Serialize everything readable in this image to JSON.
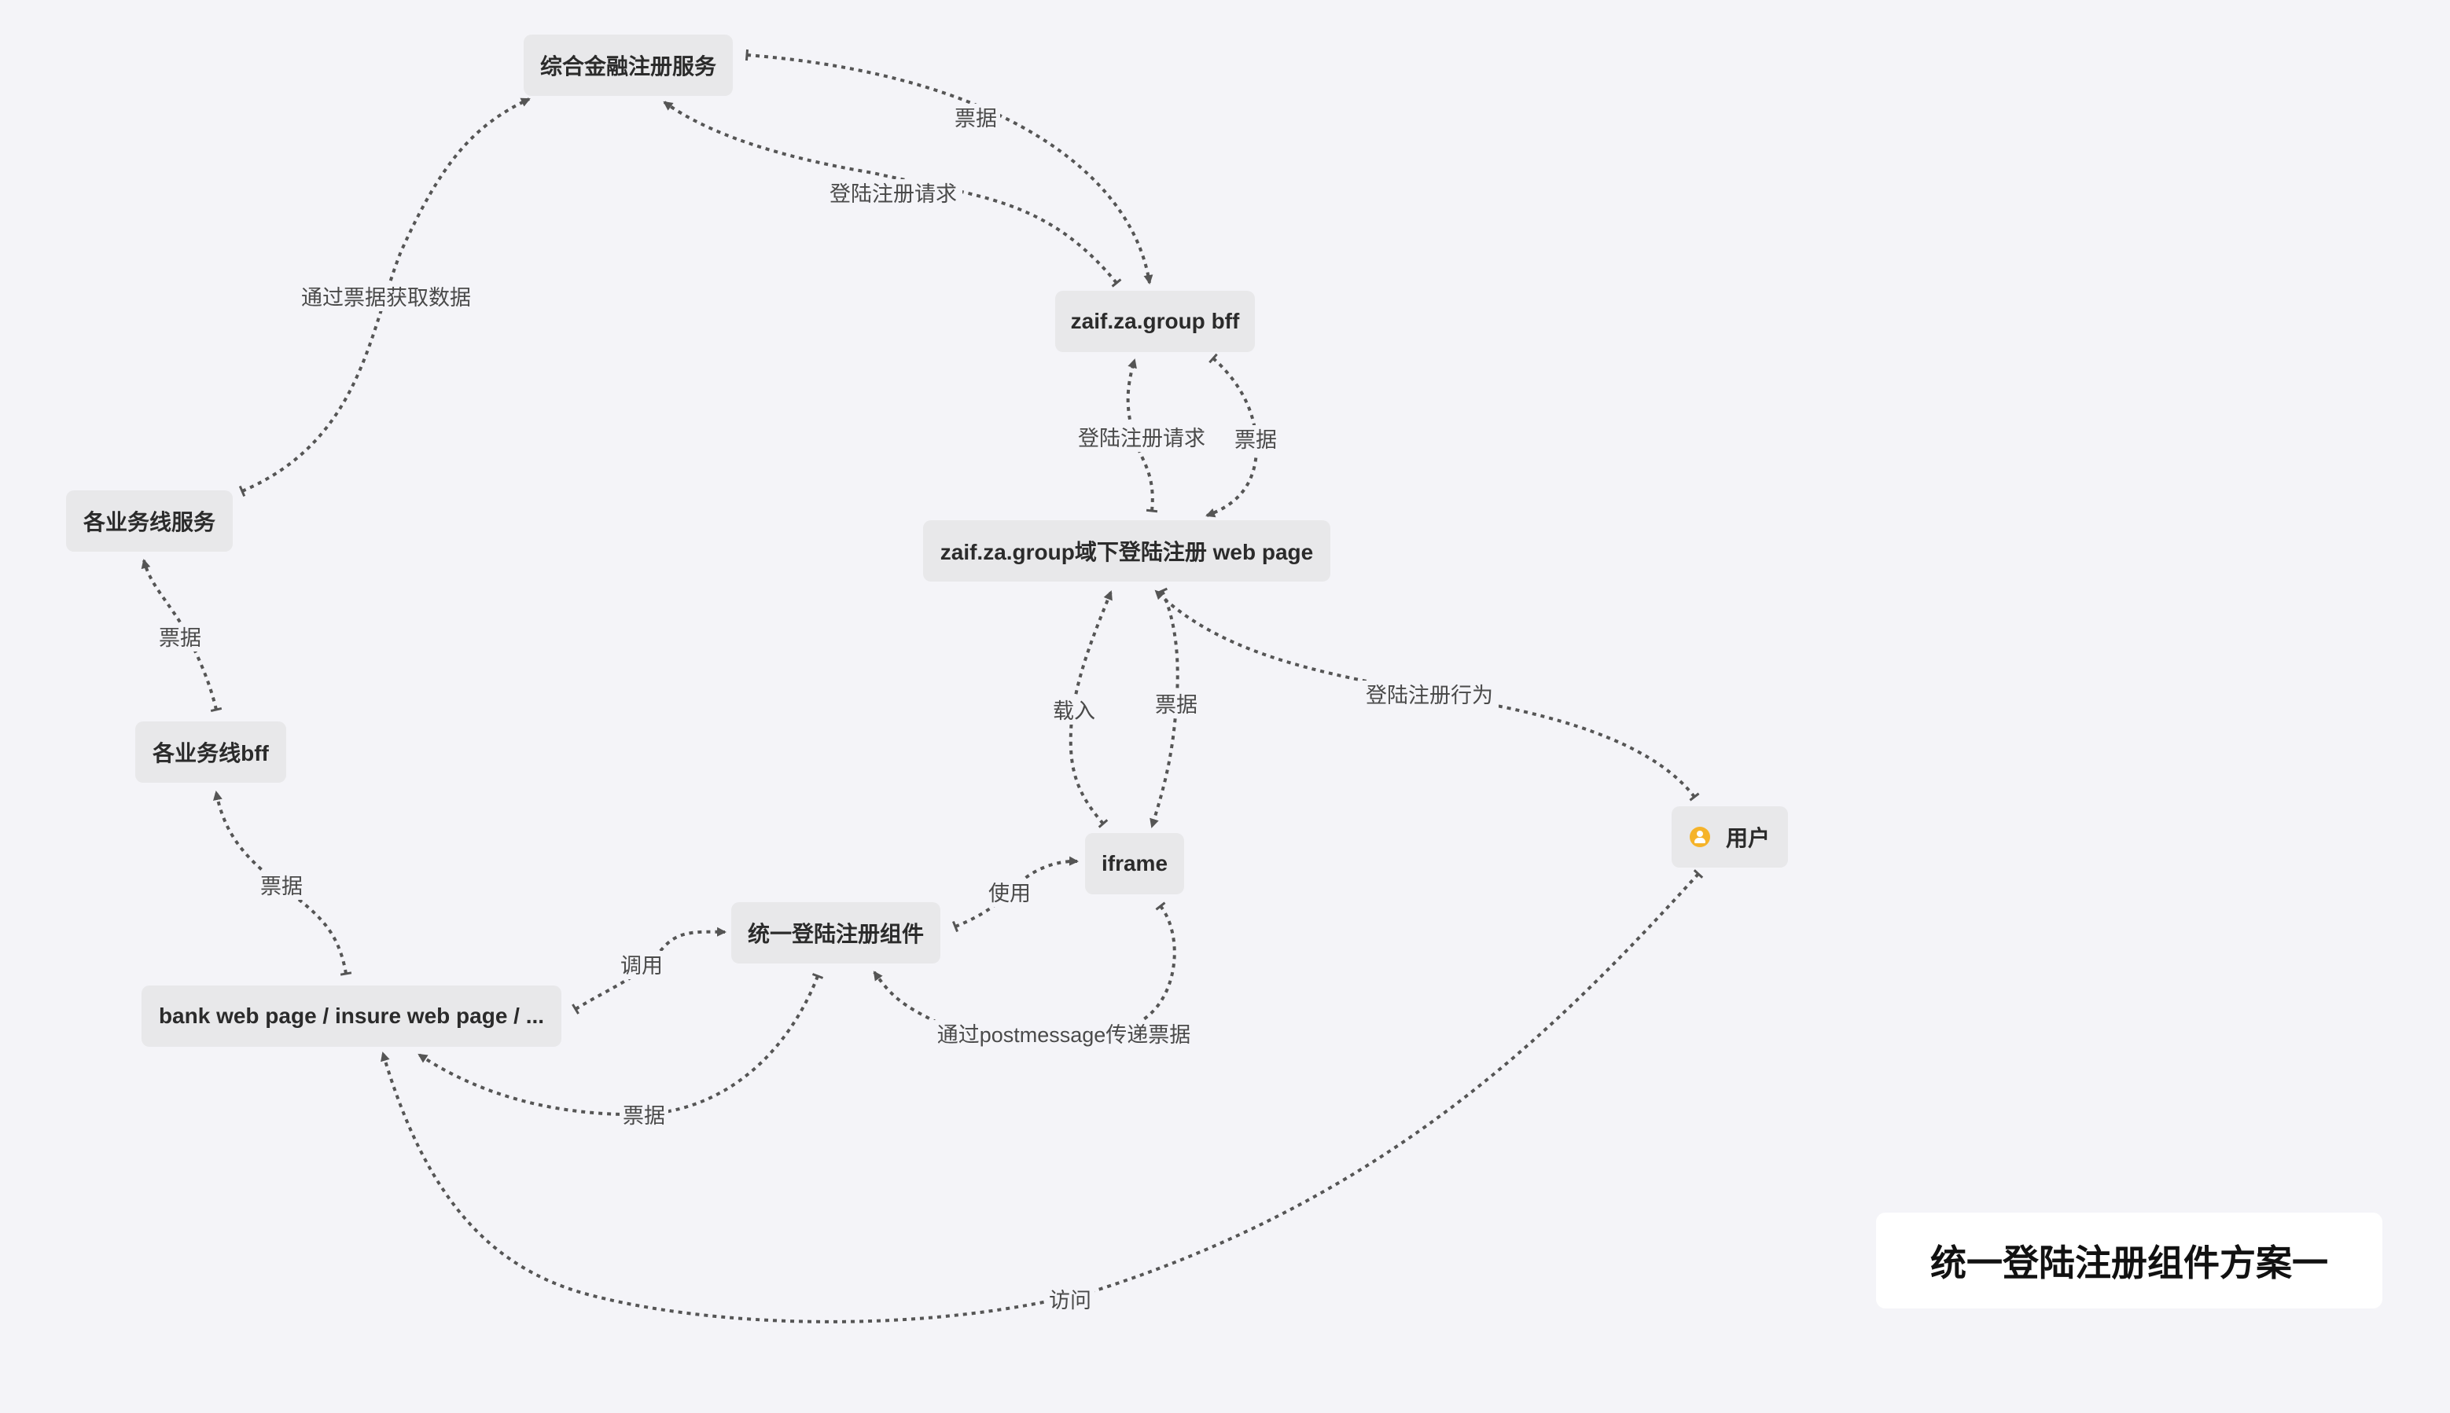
{
  "title": "统一登陆注册组件方案一",
  "colors": {
    "background": "#f4f4f8",
    "node_fill": "#e8e8ea",
    "edge": "#555555",
    "user_icon": "#f5b32a"
  },
  "nodes": {
    "finance": "综合金融注册服务",
    "bff": "zaif.za.group bff",
    "webpage": "zaif.za.group域下登陆注册 web page",
    "biz_service": "各业务线服务",
    "biz_bff": "各业务线bff",
    "iframe": "iframe",
    "component": "统一登陆注册组件",
    "bank": "bank web page / insure web page / ...",
    "user": "用户"
  },
  "user_icon": "user-icon",
  "edge_labels": {
    "finance_bff_ticket": "票据",
    "bff_finance_request": "登陆注册请求",
    "biz_finance_fetch": "通过票据获取数据",
    "webpage_bff_request": "登陆注册请求",
    "bff_webpage_ticket": "票据",
    "biz_service_bff_ticket": "票据",
    "iframe_webpage_load": "载入",
    "webpage_iframe_ticket": "票据",
    "user_webpage_action": "登陆注册行为",
    "bizbff_bank_ticket": "票据",
    "bank_component_call": "调用",
    "component_iframe_use": "使用",
    "iframe_component_postmessage": "通过postmessage传递票据",
    "component_bank_ticket": "票据",
    "bank_user_visit": "访问"
  }
}
